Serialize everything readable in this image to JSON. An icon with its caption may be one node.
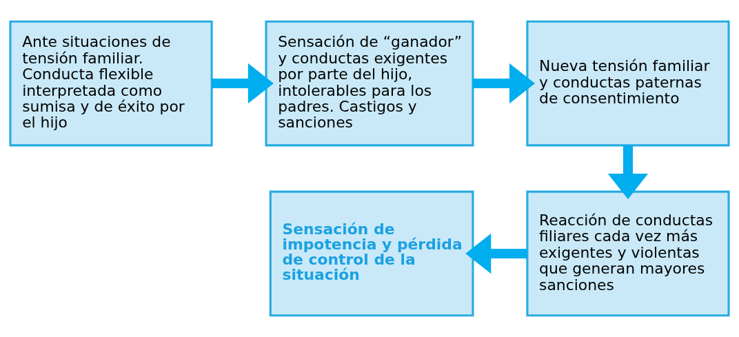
{
  "diagram": {
    "nodes": [
      {
        "text": [
          "Ante situaciones de tensión familiar. Conducta flexible interpretada como sumisa y de éxito por el hijo"
        ]
      },
      {
        "text": [
          "Sensación de “ganador” y conductas exigentes por parte del hijo, intolerables para los padres. Castigos y sanciones"
        ]
      },
      {
        "text": [
          "Nueva tensión familiar y conductas paternas de consentimiento"
        ]
      },
      {
        "text": [
          "Sensación de impotencia y pérdida de control de la situación"
        ]
      },
      {
        "text": [
          "Reacción de conductas filiares cada vez más exigentes y violentas que generan mayores sanciones"
        ]
      }
    ],
    "edges": [
      {
        "from": 0,
        "to": 1,
        "arrow": "to"
      },
      {
        "from": 1,
        "to": 2,
        "arrow": "to"
      },
      {
        "from": 2,
        "to": 4,
        "arrow": "to"
      },
      {
        "from": 4,
        "to": 3,
        "arrow": "to"
      }
    ]
  }
}
